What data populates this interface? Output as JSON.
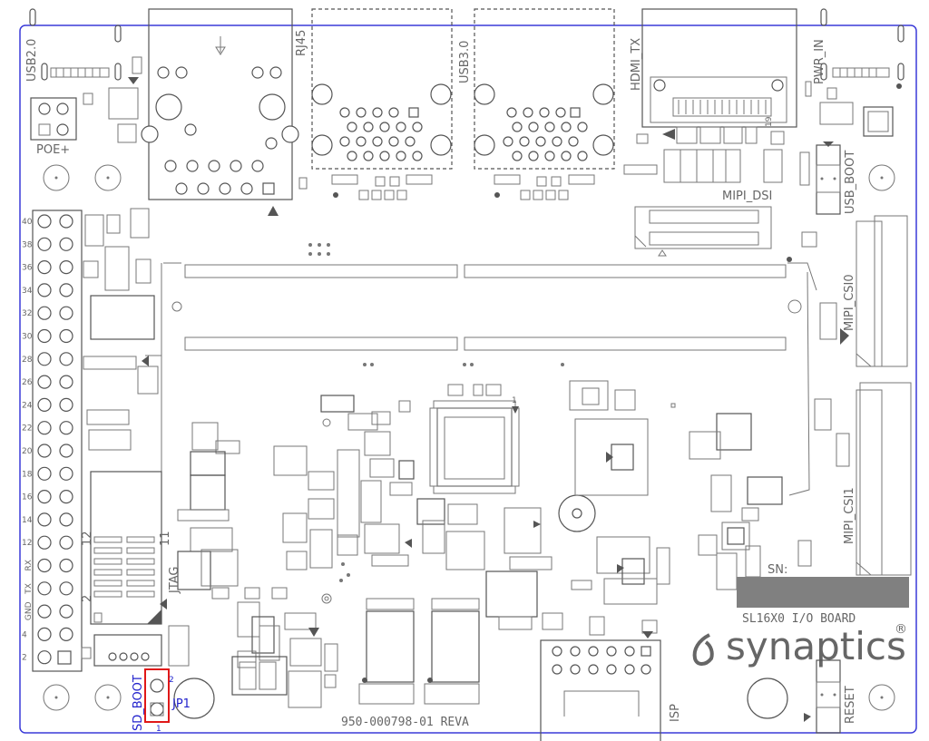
{
  "board": {
    "colors": {
      "outline": "#3a3ad8",
      "silkscreen": "#555555",
      "highlight": "#e01818",
      "highlight_text": "#2222cc",
      "strip": "#808080"
    },
    "labels": {
      "usb2": "USB2.0",
      "rj45": "RJ45",
      "usb3": "USB3.0",
      "hdmi": "HDMI_TX",
      "pwr_in": "PWR_IN",
      "poe": "POE+",
      "mipi_dsi": "MIPI_DSI",
      "usb_boot": "USB_BOOT",
      "mipi_csi0": "MIPI_CSI0",
      "mipi_csi1": "MIPI_CSI1",
      "jtag": "JTAG",
      "jtag_pin12": "12",
      "jtag_pin11": "11",
      "jtag_pin2": "2",
      "hdmi_pin19": "19",
      "sd_boot": "SD_BOOT",
      "jp1": "JP1",
      "jp1_pin1": "1",
      "jp1_pin2": "2",
      "sn": "SN:",
      "board_name": "SL16X0 I/O BOARD",
      "brand": "synaptics",
      "registered": "®",
      "part_number": "950-000798-01 REVA",
      "isp": "ISP",
      "reset": "RESET",
      "soc_pin1": "1"
    },
    "header_pins": [
      "40",
      "38",
      "36",
      "34",
      "32",
      "30",
      "28",
      "26",
      "24",
      "22",
      "20",
      "18",
      "16",
      "14",
      "12",
      "RX",
      "TX",
      "GND",
      "4",
      "2"
    ]
  }
}
